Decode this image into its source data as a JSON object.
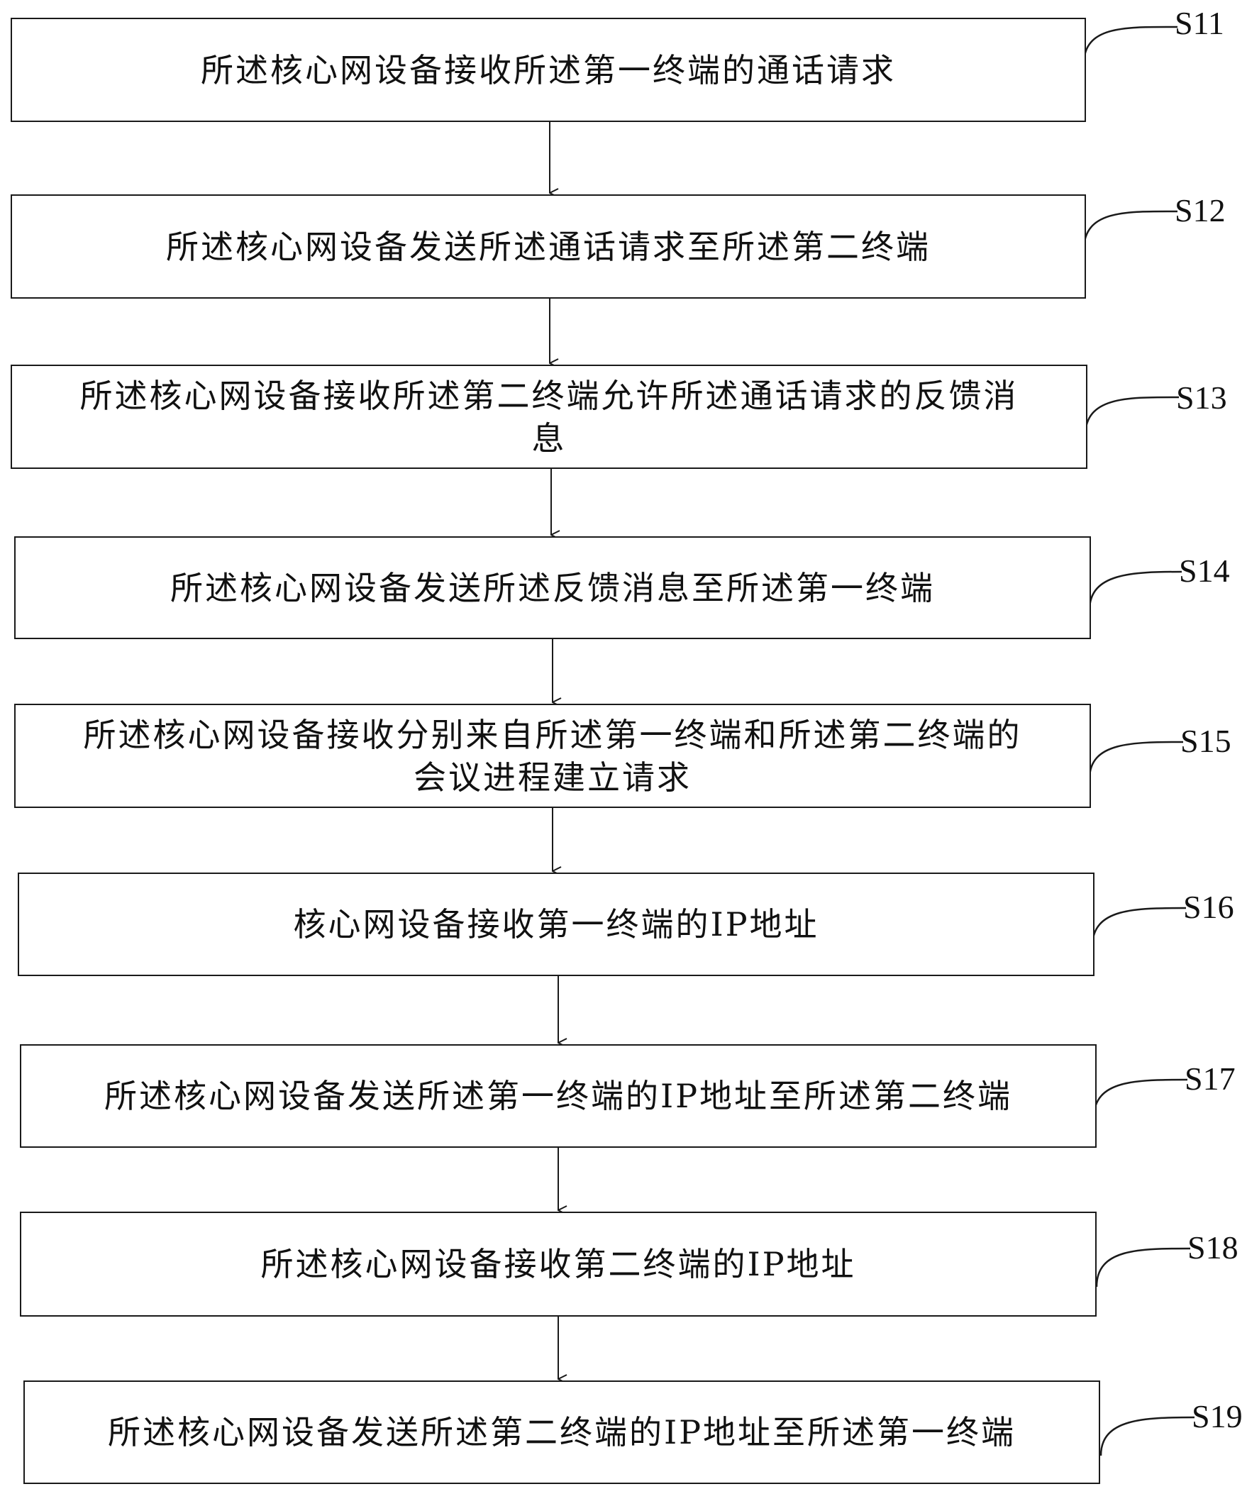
{
  "steps": [
    {
      "id": "S11",
      "text": "所述核心网设备接收所述第一终端的通话请求"
    },
    {
      "id": "S12",
      "text": "所述核心网设备发送所述通话请求至所述第二终端"
    },
    {
      "id": "S13",
      "text": "所述核心网设备接收所述第二终端允许所述通话请求的反馈消\n息"
    },
    {
      "id": "S14",
      "text": "所述核心网设备发送所述反馈消息至所述第一终端"
    },
    {
      "id": "S15",
      "text": "所述核心网设备接收分别来自所述第一终端和所述第二终端的\n会议进程建立请求"
    },
    {
      "id": "S16",
      "text": "核心网设备接收第一终端的IP地址"
    },
    {
      "id": "S17",
      "text": "所述核心网设备发送所述第一终端的IP地址至所述第二终端"
    },
    {
      "id": "S18",
      "text": "所述核心网设备接收第二终端的IP地址"
    },
    {
      "id": "S19",
      "text": "所述核心网设备发送所述第二终端的IP地址至所述第一终端"
    }
  ]
}
